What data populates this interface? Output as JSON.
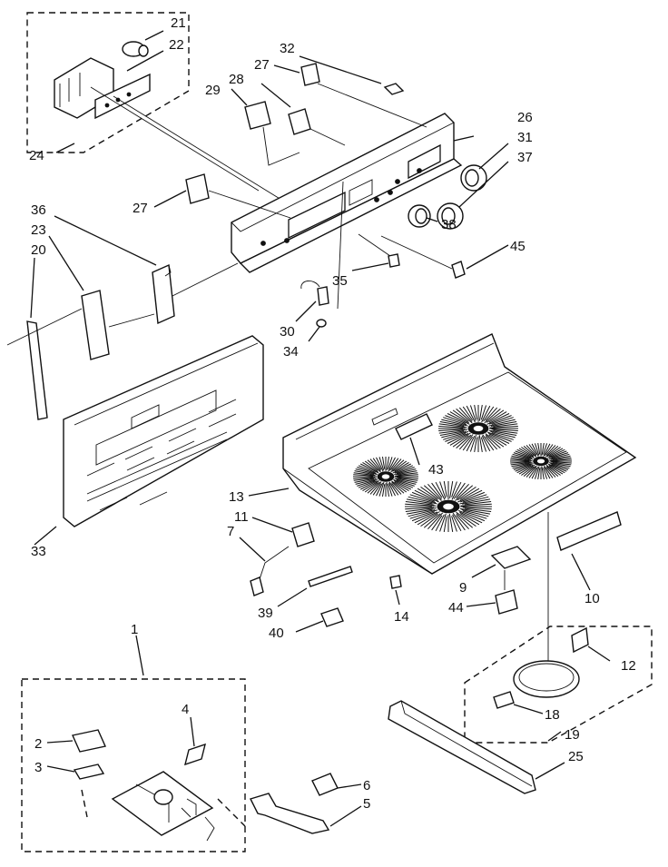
{
  "diagram": {
    "labels": [
      "21",
      "22",
      "24",
      "32",
      "27",
      "29",
      "28",
      "26",
      "31",
      "37",
      "27",
      "36",
      "23",
      "20",
      "38",
      "45",
      "35",
      "30",
      "34",
      "33",
      "43",
      "13",
      "11",
      "7",
      "39",
      "40",
      "14",
      "9",
      "44",
      "10",
      "12",
      "18",
      "19",
      "25",
      "1",
      "4",
      "2",
      "3",
      "6",
      "5"
    ]
  }
}
